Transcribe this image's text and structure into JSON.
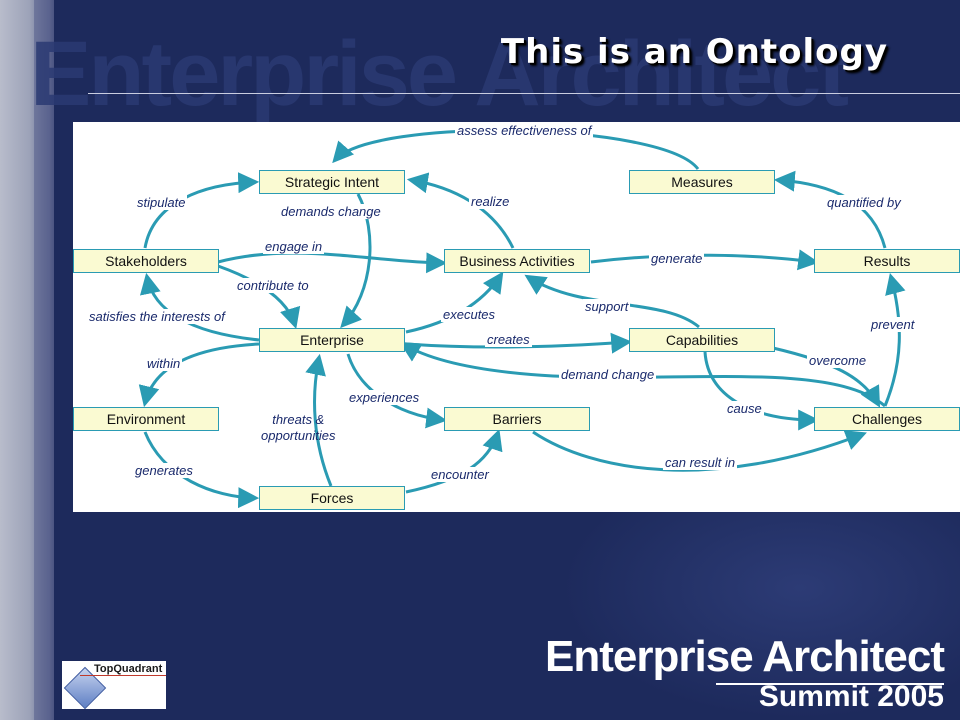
{
  "slide": {
    "title": "This is an Ontology",
    "watermark": "Enterprise Architect",
    "brand": {
      "line1": "Enterprise Architect",
      "line2": "Summit 2005"
    },
    "logo": {
      "text": "TopQuadrant"
    }
  },
  "diagram": {
    "nodes": {
      "strategic_intent": "Strategic Intent",
      "measures": "Measures",
      "stakeholders": "Stakeholders",
      "business_activities": "Business Activities",
      "results": "Results",
      "enterprise": "Enterprise",
      "capabilities": "Capabilities",
      "environment": "Environment",
      "barriers": "Barriers",
      "challenges": "Challenges",
      "forces": "Forces"
    },
    "edges": {
      "assess_effectiveness_of": "assess effectiveness of",
      "stipulate": "stipulate",
      "demands_change": "demands change",
      "realize": "realize",
      "quantified_by": "quantified by",
      "engage_in": "engage in",
      "generate": "generate",
      "contribute_to": "contribute to",
      "satisfies_interests": "satisfies the interests of",
      "executes": "executes",
      "support": "support",
      "prevent": "prevent",
      "creates": "creates",
      "within": "within",
      "demand_change": "demand change",
      "overcome": "overcome",
      "experiences": "experiences",
      "threats": "threats &",
      "opportunities": "opportunities",
      "cause": "cause",
      "generates": "generates",
      "encounter": "encounter",
      "can_result_in": "can result in"
    },
    "colors": {
      "arrow": "#2a9bb3",
      "node_fill": "#fafad2",
      "label": "#1a2a6c"
    }
  }
}
